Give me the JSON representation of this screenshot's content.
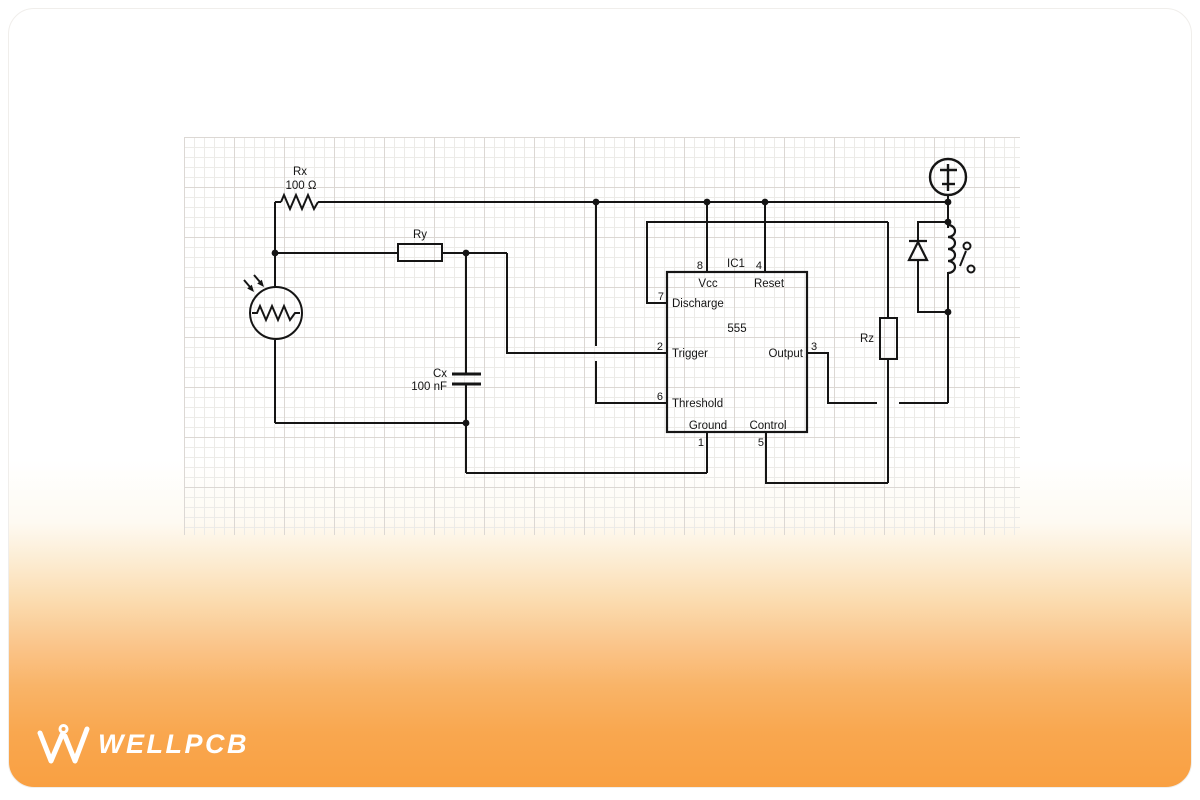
{
  "brand": {
    "name": "WELLPCB"
  },
  "colors": {
    "accent_orange": "#f9a042",
    "line": "#151515",
    "grid_minor": "#ecebe8",
    "grid_major": "#dcd8d4"
  },
  "schematic": {
    "rx": {
      "ref": "Rx",
      "value": "100 Ω"
    },
    "ry": {
      "ref": "Ry"
    },
    "cx": {
      "ref": "Cx",
      "value": "100 nF"
    },
    "rz": {
      "ref": "Rz"
    },
    "ic": {
      "ref": "IC1",
      "part": "555",
      "pins": {
        "vcc": {
          "num": "8",
          "name": "Vcc"
        },
        "reset": {
          "num": "4",
          "name": "Reset"
        },
        "discharge": {
          "num": "7",
          "name": "Discharge"
        },
        "trigger": {
          "num": "2",
          "name": "Trigger"
        },
        "threshold": {
          "num": "6",
          "name": "Threshold"
        },
        "output": {
          "num": "3",
          "name": "Output"
        },
        "ground": {
          "num": "1",
          "name": "Ground"
        },
        "control": {
          "num": "5",
          "name": "Control"
        }
      }
    }
  }
}
